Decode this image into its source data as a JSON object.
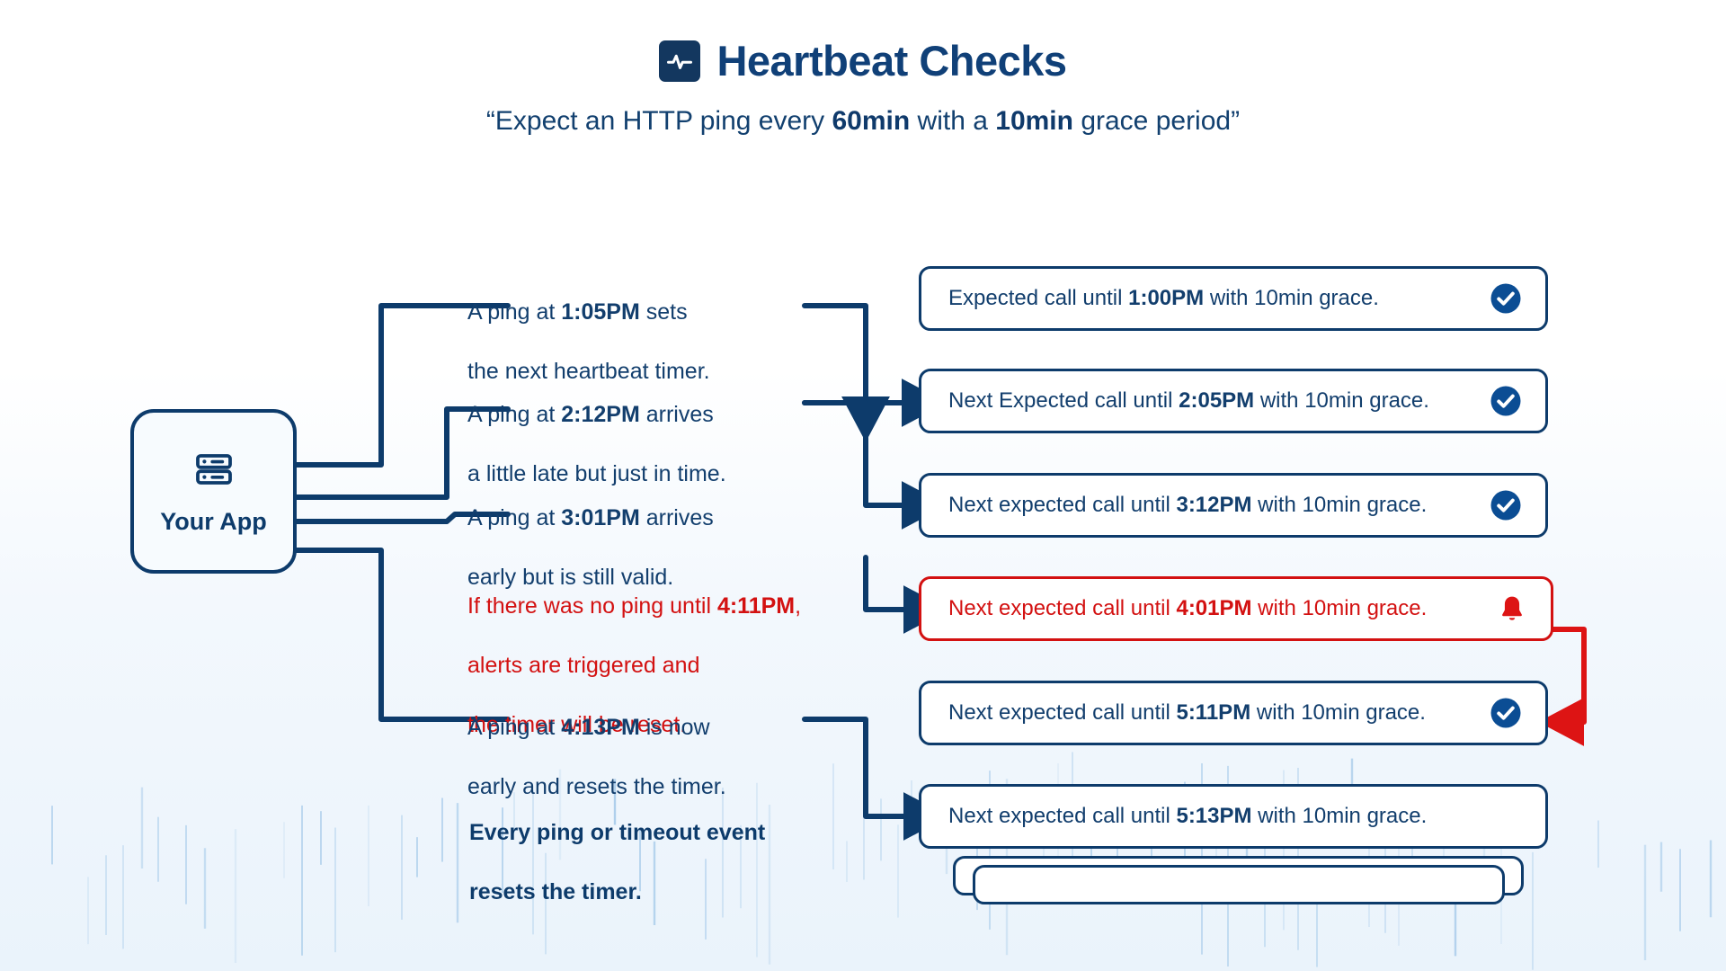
{
  "header": {
    "logo_icon": "heartbeat-pulse-icon",
    "title": "Heartbeat Checks",
    "subtitle_prefix": "“Expect an HTTP ping every ",
    "subtitle_bold_1": "60min",
    "subtitle_middle": " with a ",
    "subtitle_bold_2": "10min",
    "subtitle_suffix": " grace period”"
  },
  "colors": {
    "navy": "#0d3b6b",
    "navy_text": "#123e6d",
    "title_blue": "#104078",
    "alert_red": "#d31111",
    "background": "#eaf3fb",
    "card_bg": "#ffffff"
  },
  "app_node": {
    "icon": "server-rack-icon",
    "label": "Your App"
  },
  "steps": [
    {
      "id": "step-1",
      "line1_pre": "A ping at ",
      "line1_bold": "1:05PM",
      "line1_post": " sets",
      "line2": "the next heartbeat timer.",
      "tone": "normal"
    },
    {
      "id": "step-2",
      "line1_pre": "A ping at ",
      "line1_bold": "2:12PM",
      "line1_post": " arrives",
      "line2": "a little late but just in time.",
      "tone": "normal"
    },
    {
      "id": "step-3",
      "line1_pre": " A ping at ",
      "line1_bold": "3:01PM",
      "line1_post": " arrives",
      "line2": " early but is still valid.",
      "tone": "normal"
    },
    {
      "id": "step-4",
      "line1_pre": "If there was no ping until ",
      "line1_bold": "4:11PM",
      "line1_post": ",",
      "line2": "alerts are triggered and",
      "line3": "the timer will be reset.",
      "tone": "alert"
    },
    {
      "id": "step-5",
      "line1_pre": "A ping at ",
      "line1_bold": "4:13PM",
      "line1_post": " is now",
      "line2": "early and resets the timer.",
      "tone": "normal"
    },
    {
      "id": "step-6",
      "line1_pre": "Every ping or timeout event",
      "line1_bold": "",
      "line1_post": "",
      "line2": "resets the timer.",
      "tone": "strong"
    }
  ],
  "cards": [
    {
      "id": "card-1",
      "pre": "Expected call until ",
      "bold": "1:00PM",
      "post": " with 10min grace.",
      "icon": "check-circle-icon",
      "state": "ok"
    },
    {
      "id": "card-2",
      "pre": "Next Expected call until ",
      "bold": "2:05PM",
      "post": " with 10min grace.",
      "icon": "check-circle-icon",
      "state": "ok"
    },
    {
      "id": "card-3",
      "pre": "Next expected call until ",
      "bold": "3:12PM",
      "post": " with 10min grace.",
      "icon": "check-circle-icon",
      "state": "ok"
    },
    {
      "id": "card-4",
      "pre": "Next expected call until ",
      "bold": "4:01PM",
      "post": " with 10min grace.",
      "icon": "bell-alert-icon",
      "state": "alert"
    },
    {
      "id": "card-5",
      "pre": "Next expected call until ",
      "bold": "5:11PM",
      "post": " with 10min grace.",
      "icon": "check-circle-icon",
      "state": "ok"
    },
    {
      "id": "card-6",
      "pre": "Next expected call until ",
      "bold": "5:13PM",
      "post": " with 10min grace.",
      "icon": "none",
      "state": "ok"
    }
  ]
}
